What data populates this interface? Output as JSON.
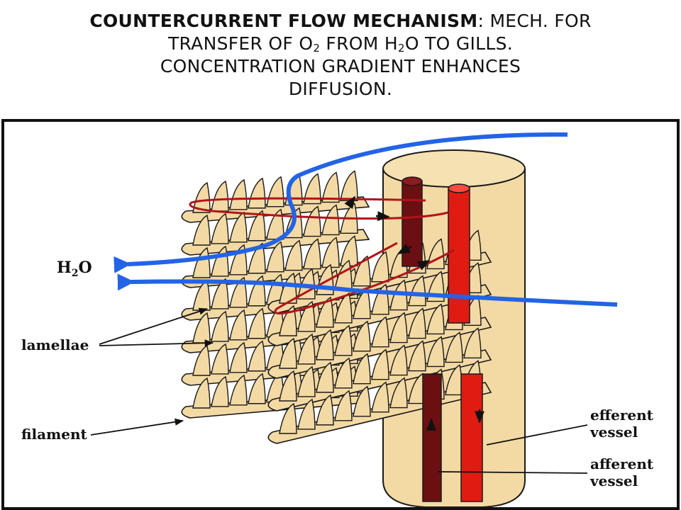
{
  "title": {
    "lead_bold": "COUNTERCURRENT FLOW MECHANISM",
    "lead_rest": ": MECH. FOR",
    "line2_a": "TRANSFER OF O",
    "line2_sub1": "2",
    "line2_b": " FROM H",
    "line2_sub2": "2",
    "line2_c": "O TO GILLS.",
    "line3": "CONCENTRATION GRADIENT ENHANCES",
    "line4": "DIFFUSION."
  },
  "labels": {
    "water_h": "H",
    "water_sub": "2",
    "water_o": "O",
    "lamellae": "lamellae",
    "filament": "filament",
    "efferent_1": "efferent",
    "efferent_2": "vessel",
    "afferent_1": "afferent",
    "afferent_2": "vessel"
  },
  "colors": {
    "water_flow": "#2363e6",
    "efferent_vessel": "#e01b12",
    "afferent_vessel": "#6b0f12",
    "tissue": "#f3d9a4",
    "outline": "#1a1a1a"
  }
}
